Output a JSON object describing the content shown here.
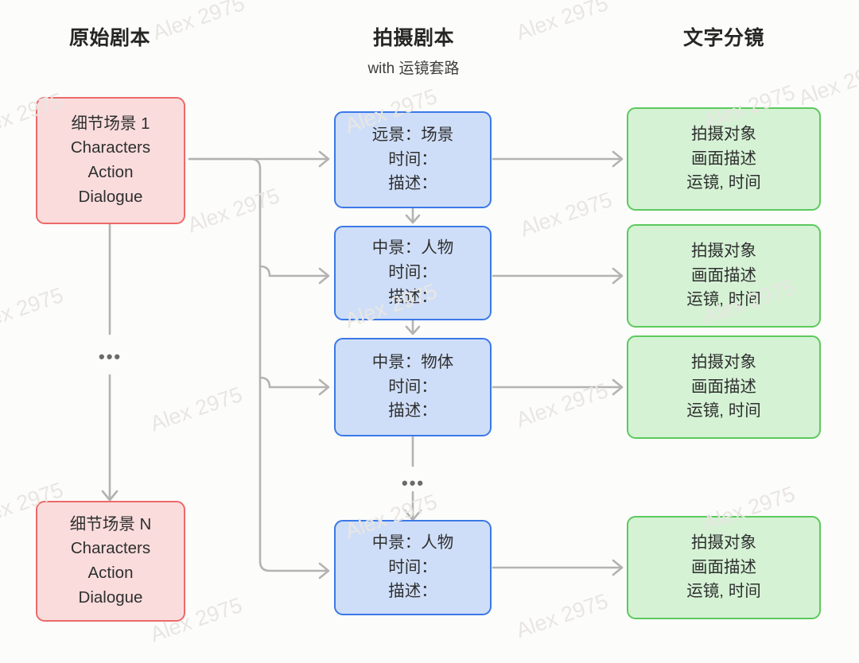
{
  "diagram": {
    "background_color": "#fcfcfa",
    "watermark_text": "Alex 2975",
    "watermark_color": "#e9e6e2",
    "connector_color": "#b3b3b3",
    "ellipsis": "•••"
  },
  "columns": [
    {
      "id": "original-script",
      "title": "原始剧本",
      "subtitle": "",
      "accent_color": "#ec6a6a",
      "fill_color": "#fadcdc"
    },
    {
      "id": "shooting-script",
      "title": "拍摄剧本",
      "subtitle": "with 运镜套路",
      "accent_color": "#3b78e7",
      "fill_color": "#cfdef8"
    },
    {
      "id": "text-storyboard",
      "title": "文字分镜",
      "subtitle": "",
      "accent_color": "#5cc95c",
      "fill_color": "#d5f2d5"
    }
  ],
  "scene_nodes": [
    {
      "id": "scene-1",
      "lines": [
        "细节场景 1",
        "Characters",
        "Action",
        "Dialogue"
      ]
    },
    {
      "id": "scene-n",
      "lines": [
        "细节场景 N",
        "Characters",
        "Action",
        "Dialogue"
      ]
    }
  ],
  "shot_nodes": [
    {
      "id": "shot-1",
      "lines": [
        "远景：场景",
        "时间：",
        "描述："
      ]
    },
    {
      "id": "shot-2",
      "lines": [
        "中景：人物",
        "时间：",
        "描述："
      ]
    },
    {
      "id": "shot-3",
      "lines": [
        "中景：物体",
        "时间：",
        "描述："
      ]
    },
    {
      "id": "shot-4",
      "lines": [
        "中景：人物",
        "时间：",
        "描述："
      ]
    }
  ],
  "storyboard_nodes": [
    {
      "id": "storyboard-1",
      "lines": [
        "拍摄对象",
        "画面描述",
        "运镜, 时间"
      ]
    },
    {
      "id": "storyboard-2",
      "lines": [
        "拍摄对象",
        "画面描述",
        "运镜, 时间"
      ]
    },
    {
      "id": "storyboard-3",
      "lines": [
        "拍摄对象",
        "画面描述",
        "运镜, 时间"
      ]
    },
    {
      "id": "storyboard-4",
      "lines": [
        "拍摄对象",
        "画面描述",
        "运镜, 时间"
      ]
    }
  ]
}
